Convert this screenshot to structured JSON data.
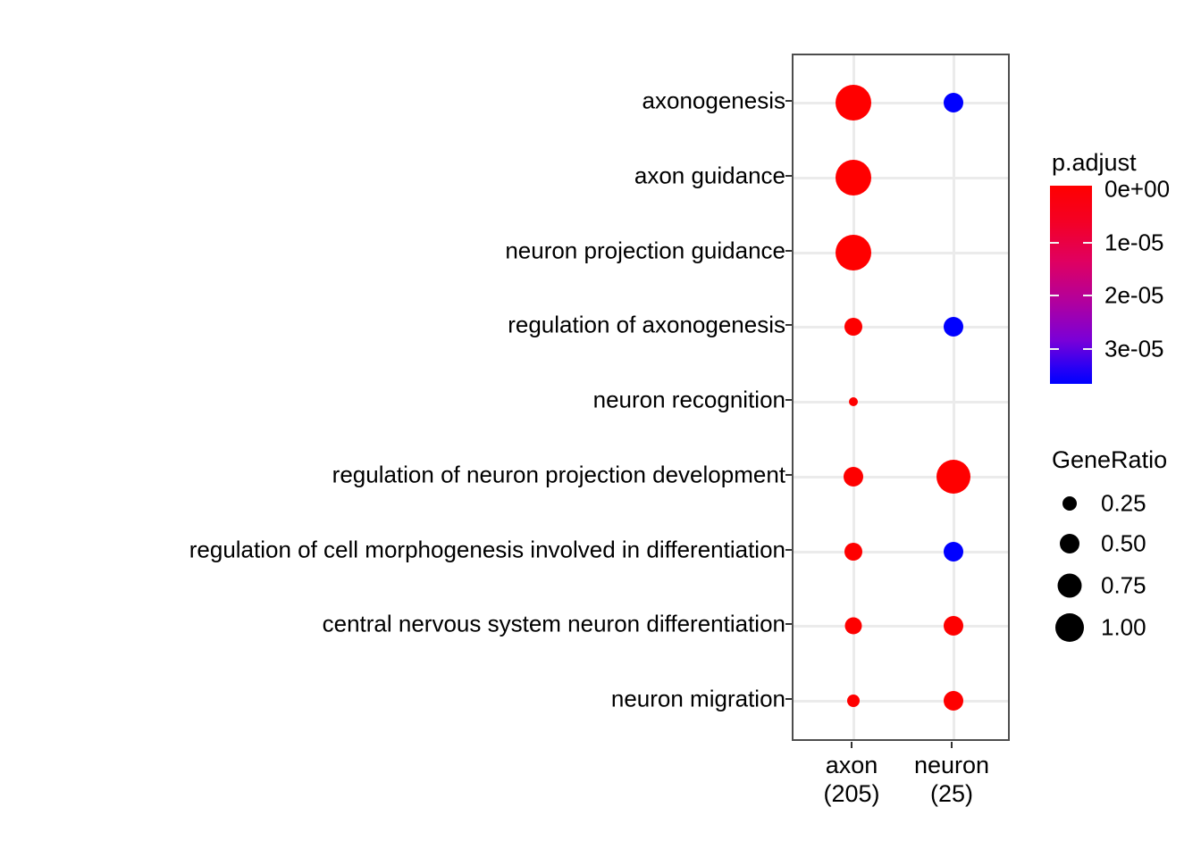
{
  "chart_data": {
    "type": "scatter",
    "subtype": "dotplot",
    "title": "",
    "xlabel": "",
    "ylabel": "",
    "categories_x": [
      {
        "label": "axon",
        "count": "(205)",
        "full": "axon (205)"
      },
      {
        "label": "neuron",
        "count": "(25)",
        "full": "neuron (25)"
      }
    ],
    "categories_y": [
      "axonogenesis",
      "axon guidance",
      "neuron projection guidance",
      "regulation of axonogenesis",
      "neuron recognition",
      "regulation of neuron projection development",
      "regulation of cell morphogenesis involved in differentiation",
      "central nervous system neuron differentiation",
      "neuron migration"
    ],
    "grid": true,
    "legend_position": "right",
    "points": [
      {
        "x": "axon",
        "y": "axonogenesis",
        "GeneRatio": 1.0,
        "p.adjust": 0.0,
        "color": "#ff0000",
        "radius": 20
      },
      {
        "x": "neuron",
        "y": "axonogenesis",
        "GeneRatio": 0.5,
        "p.adjust": 3.6e-05,
        "color": "#0000ff",
        "radius": 11
      },
      {
        "x": "axon",
        "y": "axon guidance",
        "GeneRatio": 1.0,
        "p.adjust": 0.0,
        "color": "#ff0000",
        "radius": 20
      },
      {
        "x": "axon",
        "y": "neuron projection guidance",
        "GeneRatio": 1.0,
        "p.adjust": 0.0,
        "color": "#ff0000",
        "radius": 20
      },
      {
        "x": "axon",
        "y": "regulation of axonogenesis",
        "GeneRatio": 0.42,
        "p.adjust": 0.0,
        "color": "#fe0000",
        "radius": 10
      },
      {
        "x": "neuron",
        "y": "regulation of axonogenesis",
        "GeneRatio": 0.5,
        "p.adjust": 3.6e-05,
        "color": "#0000ff",
        "radius": 11
      },
      {
        "x": "axon",
        "y": "neuron recognition",
        "GeneRatio": 0.13,
        "p.adjust": 0.0,
        "color": "#fe0000",
        "radius": 5
      },
      {
        "x": "axon",
        "y": "regulation of neuron projection development",
        "GeneRatio": 0.42,
        "p.adjust": 0.0,
        "color": "#fe0000",
        "radius": 11
      },
      {
        "x": "neuron",
        "y": "regulation of neuron projection development",
        "GeneRatio": 0.92,
        "p.adjust": 0.0,
        "color": "#ff0000",
        "radius": 19
      },
      {
        "x": "axon",
        "y": "regulation of cell morphogenesis involved in differentiation",
        "GeneRatio": 0.4,
        "p.adjust": 0.0,
        "color": "#fe0000",
        "radius": 10
      },
      {
        "x": "neuron",
        "y": "regulation of cell morphogenesis involved in differentiation",
        "GeneRatio": 0.5,
        "p.adjust": 3.6e-05,
        "color": "#0000ff",
        "radius": 11
      },
      {
        "x": "axon",
        "y": "central nervous system neuron differentiation",
        "GeneRatio": 0.36,
        "p.adjust": 0.0,
        "color": "#fe0000",
        "radius": 9
      },
      {
        "x": "neuron",
        "y": "central nervous system neuron differentiation",
        "GeneRatio": 0.5,
        "p.adjust": 0.0,
        "color": "#fe0000",
        "radius": 11
      },
      {
        "x": "axon",
        "y": "neuron migration",
        "GeneRatio": 0.28,
        "p.adjust": 0.0,
        "color": "#fe0000",
        "radius": 7
      },
      {
        "x": "neuron",
        "y": "neuron migration",
        "GeneRatio": 0.5,
        "p.adjust": 0.0,
        "color": "#fe0000",
        "radius": 11
      }
    ]
  },
  "color_legend": {
    "title": "p.adjust",
    "ticks": [
      "0e+00",
      "1e-05",
      "2e-05",
      "3e-05"
    ],
    "tick_values": [
      0.0,
      1e-05,
      2e-05,
      3e-05
    ],
    "range": [
      0.0,
      3.85e-05
    ],
    "high_color": "#ff0000",
    "low_color": "#0000ff"
  },
  "size_legend": {
    "title": "GeneRatio",
    "items": [
      {
        "label": "0.25",
        "value": 0.25,
        "radius": 8
      },
      {
        "label": "0.50",
        "value": 0.5,
        "radius": 11
      },
      {
        "label": "0.75",
        "value": 0.75,
        "radius": 13.5
      },
      {
        "label": "1.00",
        "value": 1.0,
        "radius": 16
      }
    ],
    "dot_color": "#000000"
  },
  "axis": {
    "y_labels": [
      "axonogenesis",
      "axon guidance",
      "neuron projection guidance",
      "regulation of axonogenesis",
      "neuron recognition",
      "regulation of neuron projection development",
      "regulation of cell morphogenesis involved in differentiation",
      "central nervous system neuron differentiation",
      "neuron migration"
    ],
    "x_labels_line1": [
      "axon",
      "neuron"
    ],
    "x_labels_line2": [
      "(205)",
      "(25)"
    ]
  }
}
